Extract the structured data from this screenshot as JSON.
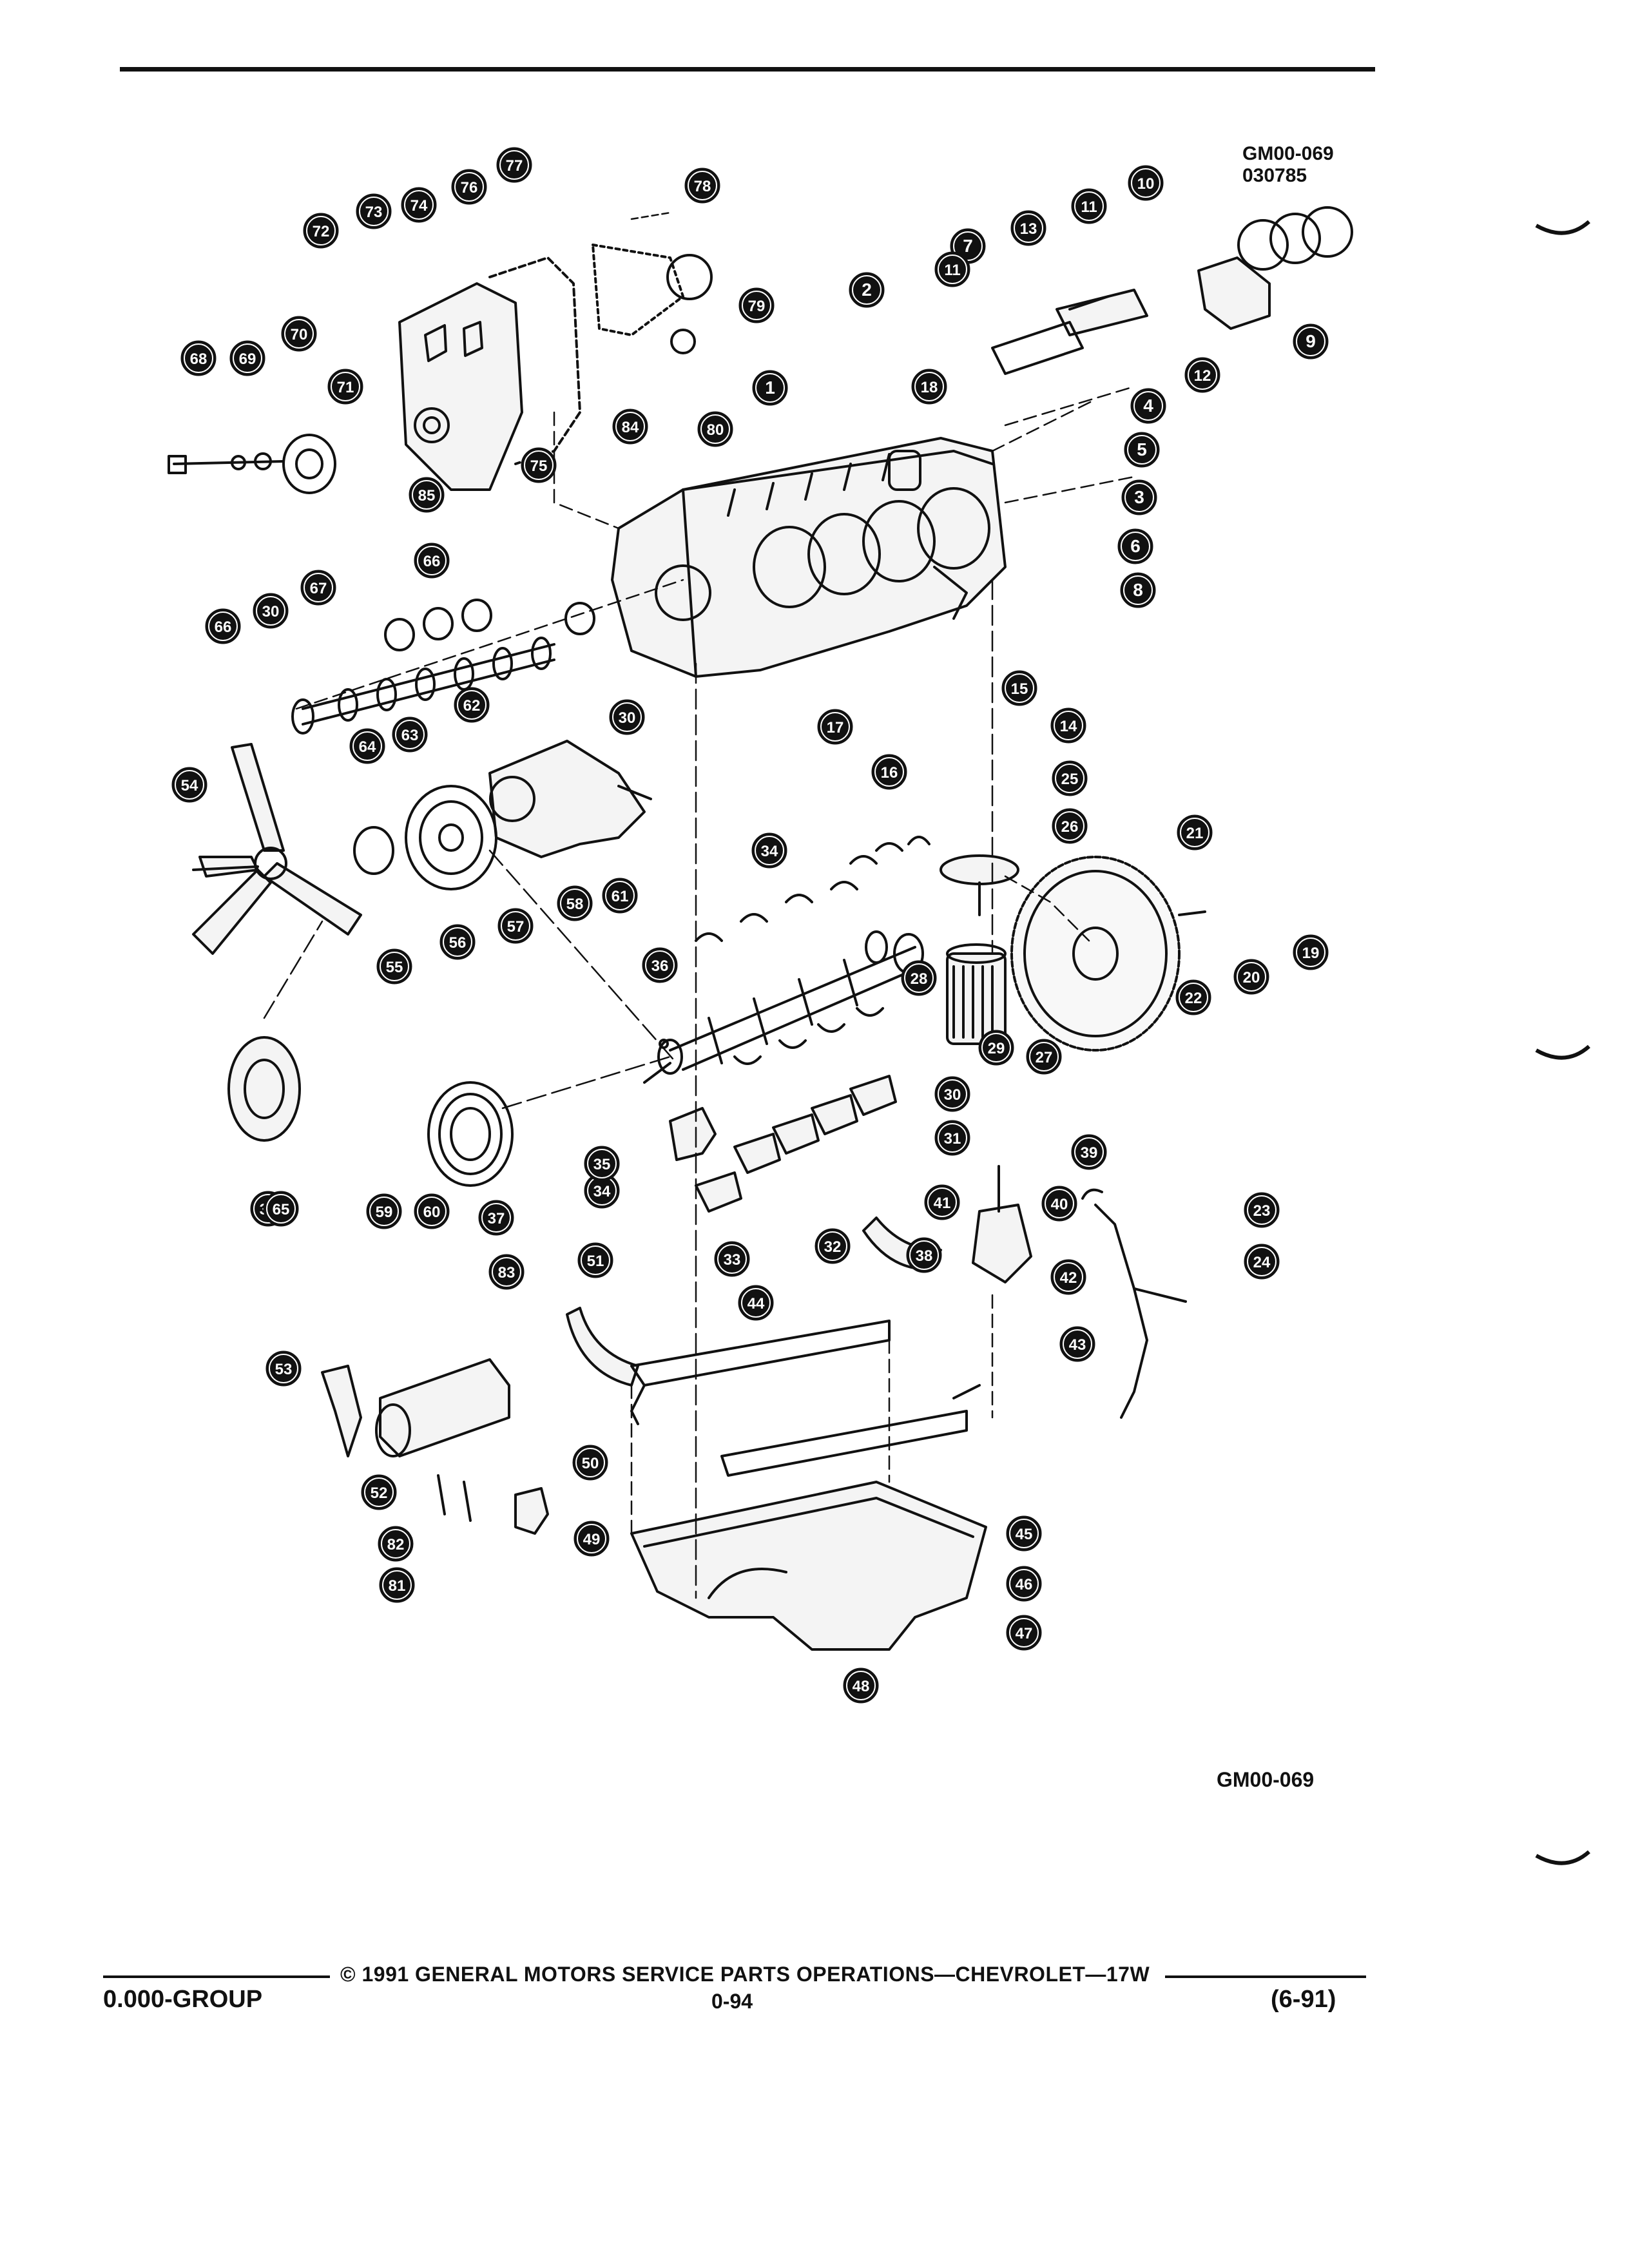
{
  "figure": {
    "id_top_line1": "GM00-069",
    "id_top_line2": "030785",
    "id_bottom": "GM00-069"
  },
  "callouts": [
    "1",
    "2",
    "3",
    "4",
    "5",
    "6",
    "7",
    "8",
    "9",
    "10",
    "11",
    "11",
    "12",
    "13",
    "14",
    "15",
    "16",
    "17",
    "18",
    "19",
    "20",
    "21",
    "22",
    "23",
    "24",
    "25",
    "26",
    "27",
    "28",
    "29",
    "30",
    "30",
    "30",
    "31",
    "32",
    "32",
    "33",
    "34",
    "34",
    "35",
    "36",
    "37",
    "38",
    "39",
    "40",
    "41",
    "42",
    "43",
    "44",
    "45",
    "46",
    "47",
    "48",
    "49",
    "50",
    "51",
    "52",
    "53",
    "54",
    "55",
    "56",
    "57",
    "58",
    "59",
    "60",
    "61",
    "62",
    "63",
    "64",
    "65",
    "66",
    "66",
    "67",
    "68",
    "69",
    "70",
    "71",
    "72",
    "73",
    "74",
    "75",
    "76",
    "77",
    "78",
    "79",
    "80",
    "81",
    "82",
    "83",
    "84",
    "85"
  ],
  "footer": {
    "copyright": "© 1991 GENERAL MOTORS SERVICE PARTS OPERATIONS—CHEVROLET—17W",
    "group": "0.000-GROUP",
    "page": "0-94",
    "date": "(6-91)"
  }
}
